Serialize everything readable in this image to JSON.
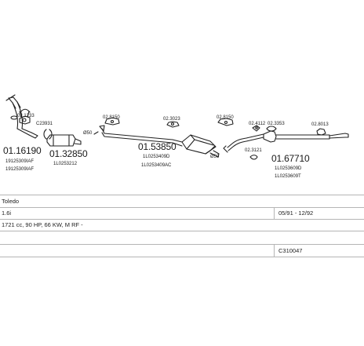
{
  "diagram": {
    "codes": [
      {
        "id": "a",
        "code": "01.16190",
        "refs": [
          "19125309IAF",
          "19125309IAF"
        ]
      },
      {
        "id": "b",
        "code": "01.32850",
        "refs": [
          "1L0253212"
        ]
      },
      {
        "id": "c",
        "code": "01.53850",
        "refs": [
          "1L0253409D",
          "1L0253409AC"
        ]
      },
      {
        "id": "d",
        "code": "01.67710",
        "refs": [
          "1L0253609D",
          "1L0253609T"
        ]
      }
    ],
    "small_refs": [
      "02.1233",
      "C23931",
      "02.8150",
      "02.3023",
      "02.8150",
      "02.4112",
      "02.3353",
      "02.8013",
      "02.3121"
    ],
    "pipe_sizes": [
      "Ø50",
      "Ø50"
    ]
  },
  "table": {
    "model": "Toledo",
    "engine": "1.6i",
    "dates": "05/91 - 12/92",
    "spec": "1721 cc, 90 HP, 66 KW, M RF -",
    "ref_code": "C310047"
  }
}
